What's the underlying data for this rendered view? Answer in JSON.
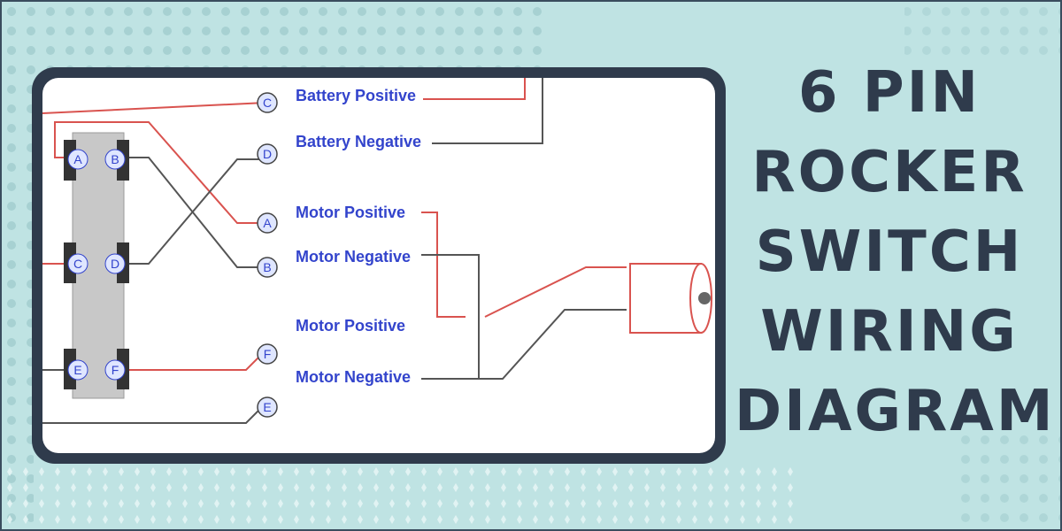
{
  "title_lines": [
    "6 PIN",
    "ROCKER",
    "SWITCH",
    "WIRING",
    "DIAGRAM"
  ],
  "colors": {
    "background": "#bfe3e3",
    "card": "#2f3b4c",
    "title": "#2f3b4c",
    "wire_red": "#d9534f",
    "wire_gray": "#5a5a5a",
    "label_blue": "#3344cc"
  },
  "diagram": {
    "labels": {
      "battery_positive": "Battery Positive",
      "battery_negative": "Battery Negative",
      "motor_positive_1": "Motor Positive",
      "motor_negative_1": "Motor Negative",
      "motor_positive_2": "Motor Positive",
      "motor_negative_2": "Motor Negative"
    },
    "terminals": {
      "c": "C",
      "d": "D",
      "a": "A",
      "b": "B",
      "f": "F",
      "e": "E"
    },
    "switch_pins": {
      "a": "A",
      "b": "B",
      "c": "C",
      "d": "D",
      "e": "E",
      "f": "F"
    },
    "motor_icon": "motor-icon"
  }
}
